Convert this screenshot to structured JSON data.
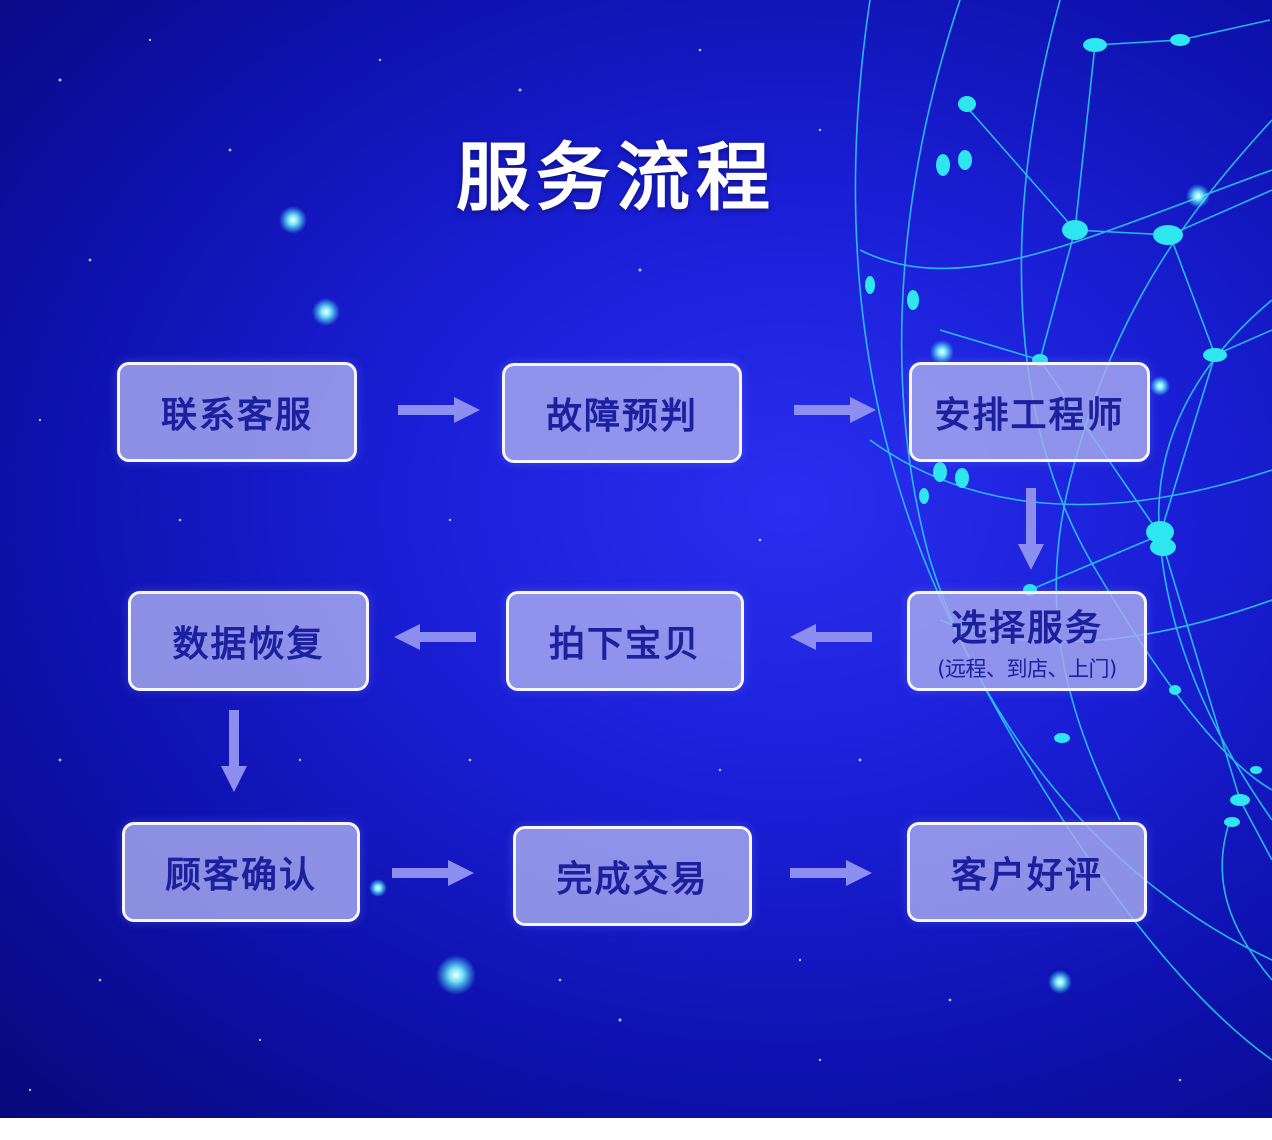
{
  "title": "服务流程",
  "steps": [
    {
      "label": "联系客服"
    },
    {
      "label": "故障预判"
    },
    {
      "label": "安排工程师"
    },
    {
      "label": "选择服务",
      "sub": "(远程、到店、上门)"
    },
    {
      "label": "拍下宝贝"
    },
    {
      "label": "数据恢复"
    },
    {
      "label": "顾客确认"
    },
    {
      "label": "完成交易"
    },
    {
      "label": "客户好评"
    }
  ],
  "colors": {
    "background": "#1a1fd6",
    "box_fill": "#a8acee",
    "box_text": "#1c1f9e",
    "arrow": "#8d8ff0",
    "network": "#2ee6f0"
  }
}
